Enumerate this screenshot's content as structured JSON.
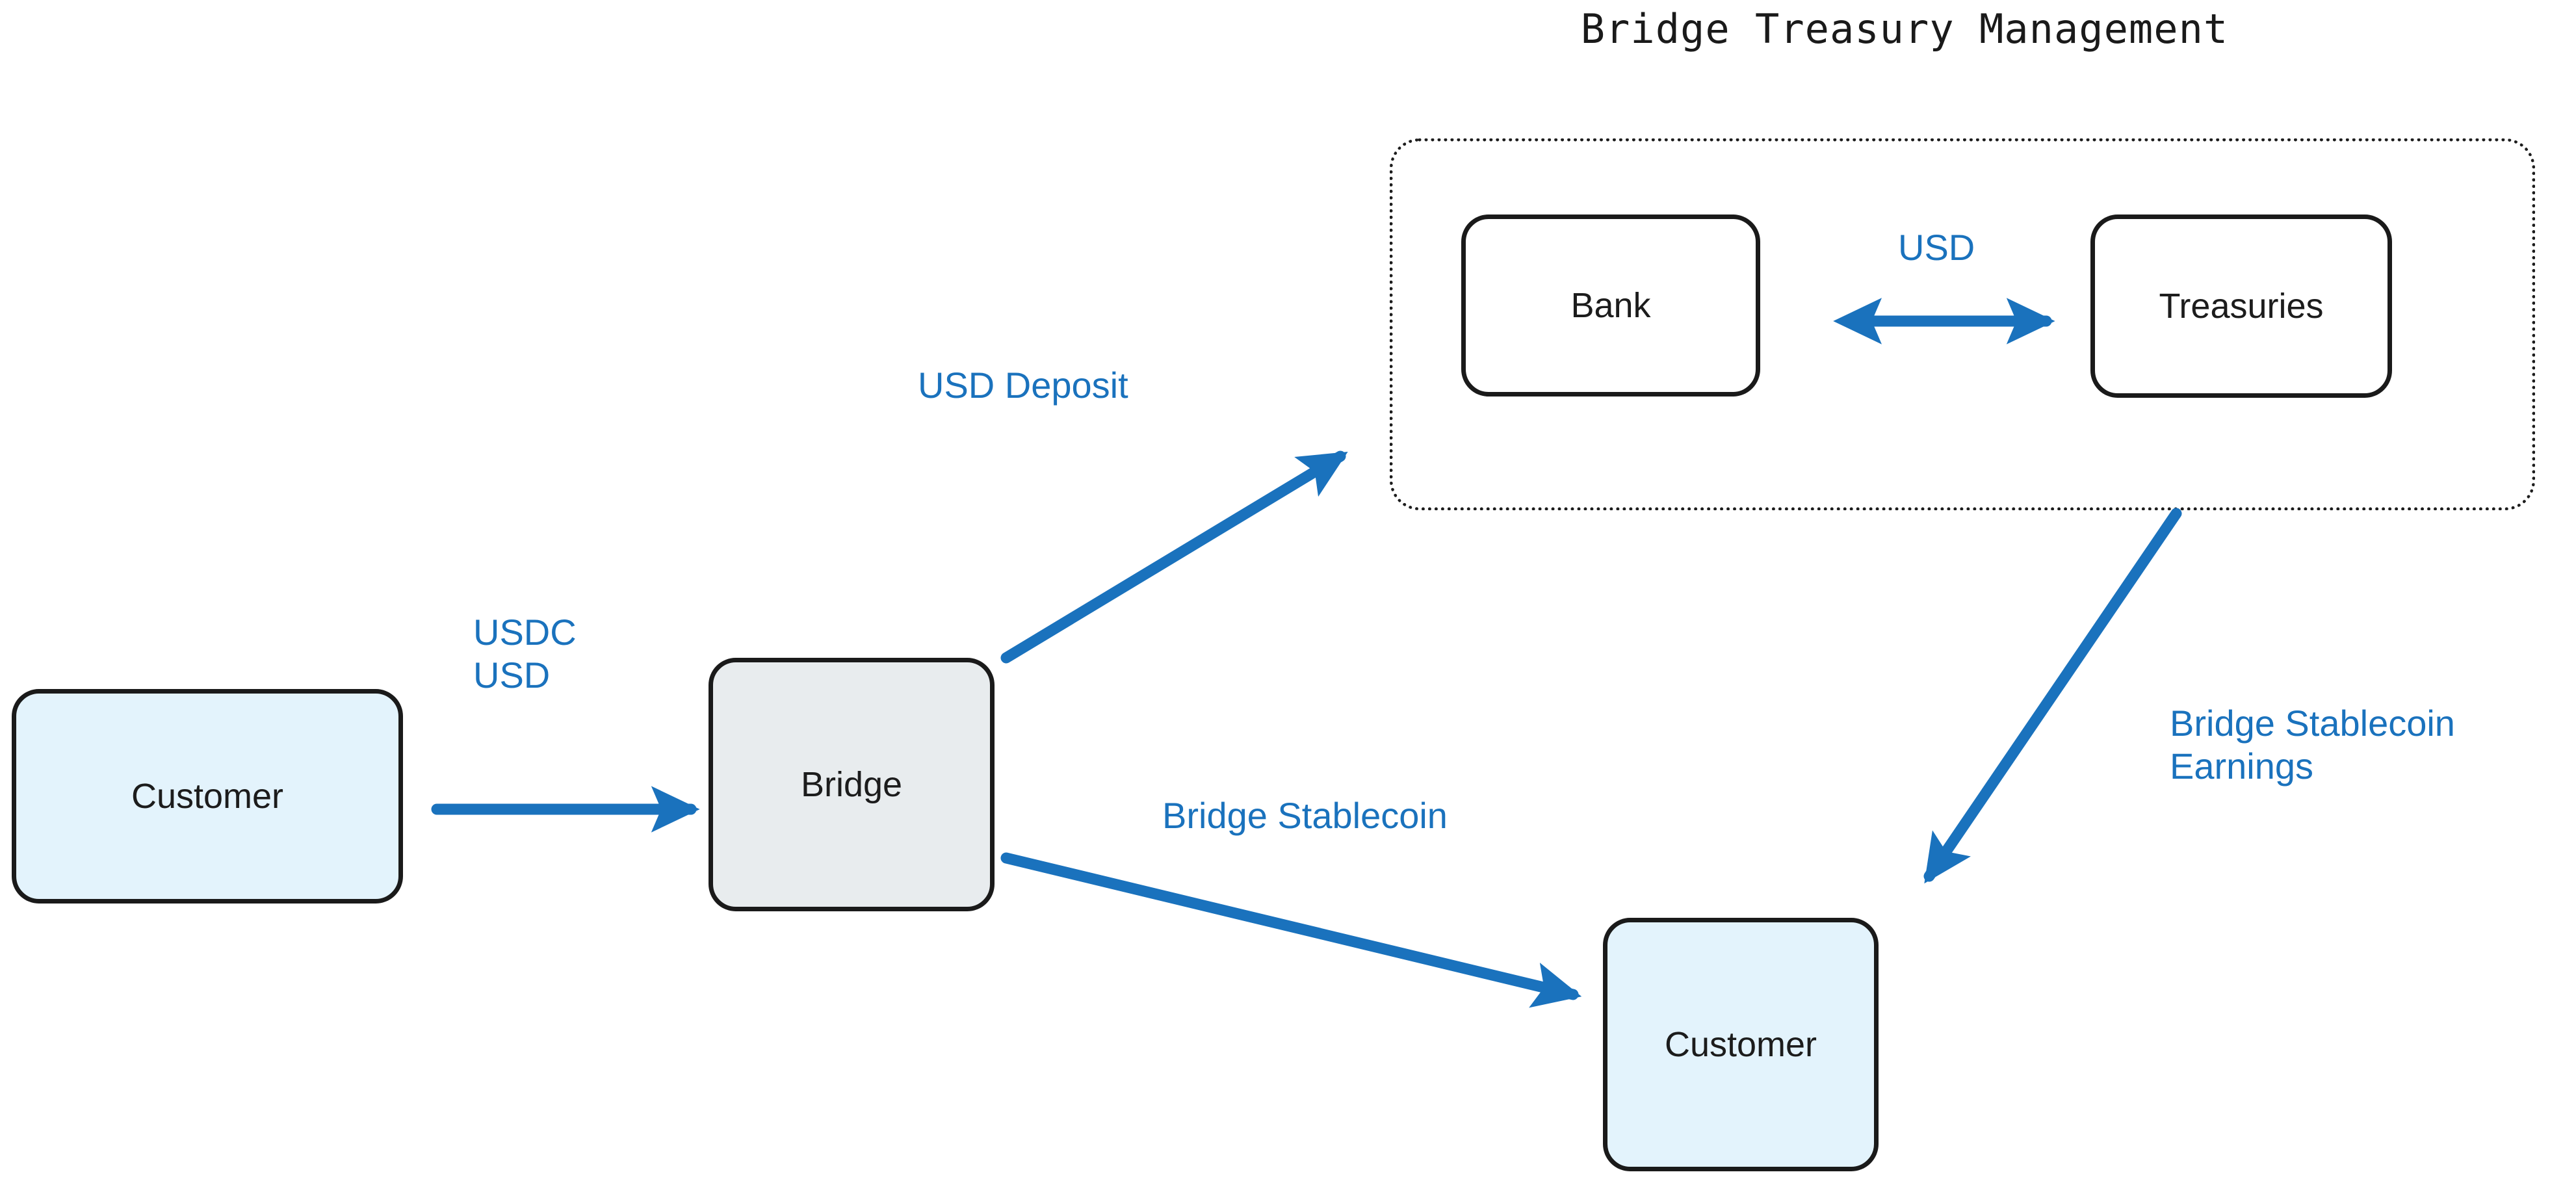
{
  "diagram": {
    "title": "Bridge Treasury Management",
    "colors": {
      "accent_blue": "#1a72bd",
      "node_border": "#1a1a1a",
      "customer_fill": "#e3f3fc",
      "bridge_fill": "#e8ecee",
      "plain_fill": "#ffffff",
      "group_border": "#1d1d1d",
      "background": "#ffffff"
    },
    "group": {
      "name": "bridge-treasury-management-group",
      "border_style": "dotted"
    },
    "nodes": [
      {
        "id": "customer-left",
        "label": "Customer",
        "fill": "customer"
      },
      {
        "id": "bridge",
        "label": "Bridge",
        "fill": "bridge"
      },
      {
        "id": "bank",
        "label": "Bank",
        "fill": "plain"
      },
      {
        "id": "treasuries",
        "label": "Treasuries",
        "fill": "plain"
      },
      {
        "id": "customer-right",
        "label": "Customer",
        "fill": "customer"
      }
    ],
    "edges": [
      {
        "id": "customer-to-bridge",
        "from": "customer-left",
        "to": "bridge",
        "label": "USDC\nUSD",
        "direction": "forward"
      },
      {
        "id": "bridge-to-treasury",
        "from": "bridge",
        "to": "treasury-group",
        "label": "USD Deposit",
        "direction": "forward"
      },
      {
        "id": "bank-to-treasuries",
        "from": "bank",
        "to": "treasuries",
        "label": "USD",
        "direction": "bidirectional"
      },
      {
        "id": "bridge-to-customer",
        "from": "bridge",
        "to": "customer-right",
        "label": "Bridge Stablecoin",
        "direction": "forward"
      },
      {
        "id": "treasury-to-customer",
        "from": "treasury-group",
        "to": "customer-right",
        "label": "Bridge Stablecoin\nEarnings",
        "direction": "forward"
      }
    ]
  }
}
